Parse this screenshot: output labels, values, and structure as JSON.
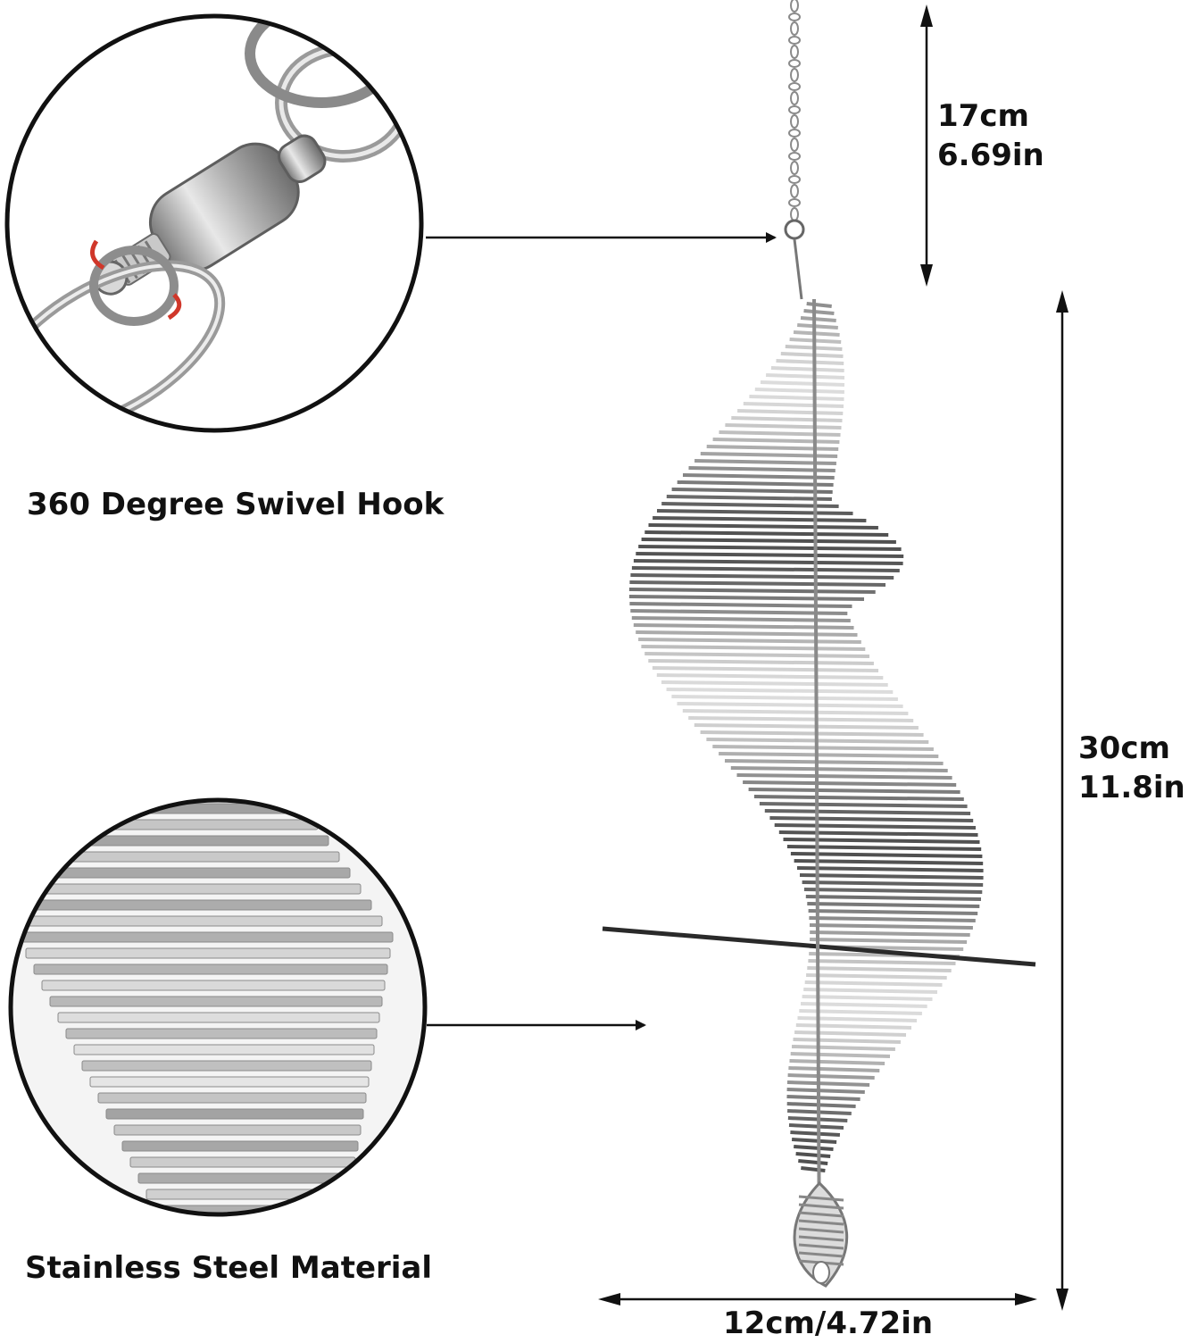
{
  "callouts": {
    "swivel_hook": "360 Degree Swivel Hook",
    "material": "Stainless Steel Material"
  },
  "dimensions": {
    "chain_cm": "17cm",
    "chain_in": "6.69in",
    "height_cm": "30cm",
    "height_in": "11.8in",
    "width": "12cm/4.72in"
  },
  "colors": {
    "ink": "#111111",
    "steel_light": "#e6e6e6",
    "steel_mid": "#a9a9a9",
    "steel_dark": "#555555",
    "accent_red": "#d0372a"
  },
  "icons": [
    "swivel-hook-closeup",
    "steel-strips-closeup",
    "spiral-wind-spinner"
  ]
}
